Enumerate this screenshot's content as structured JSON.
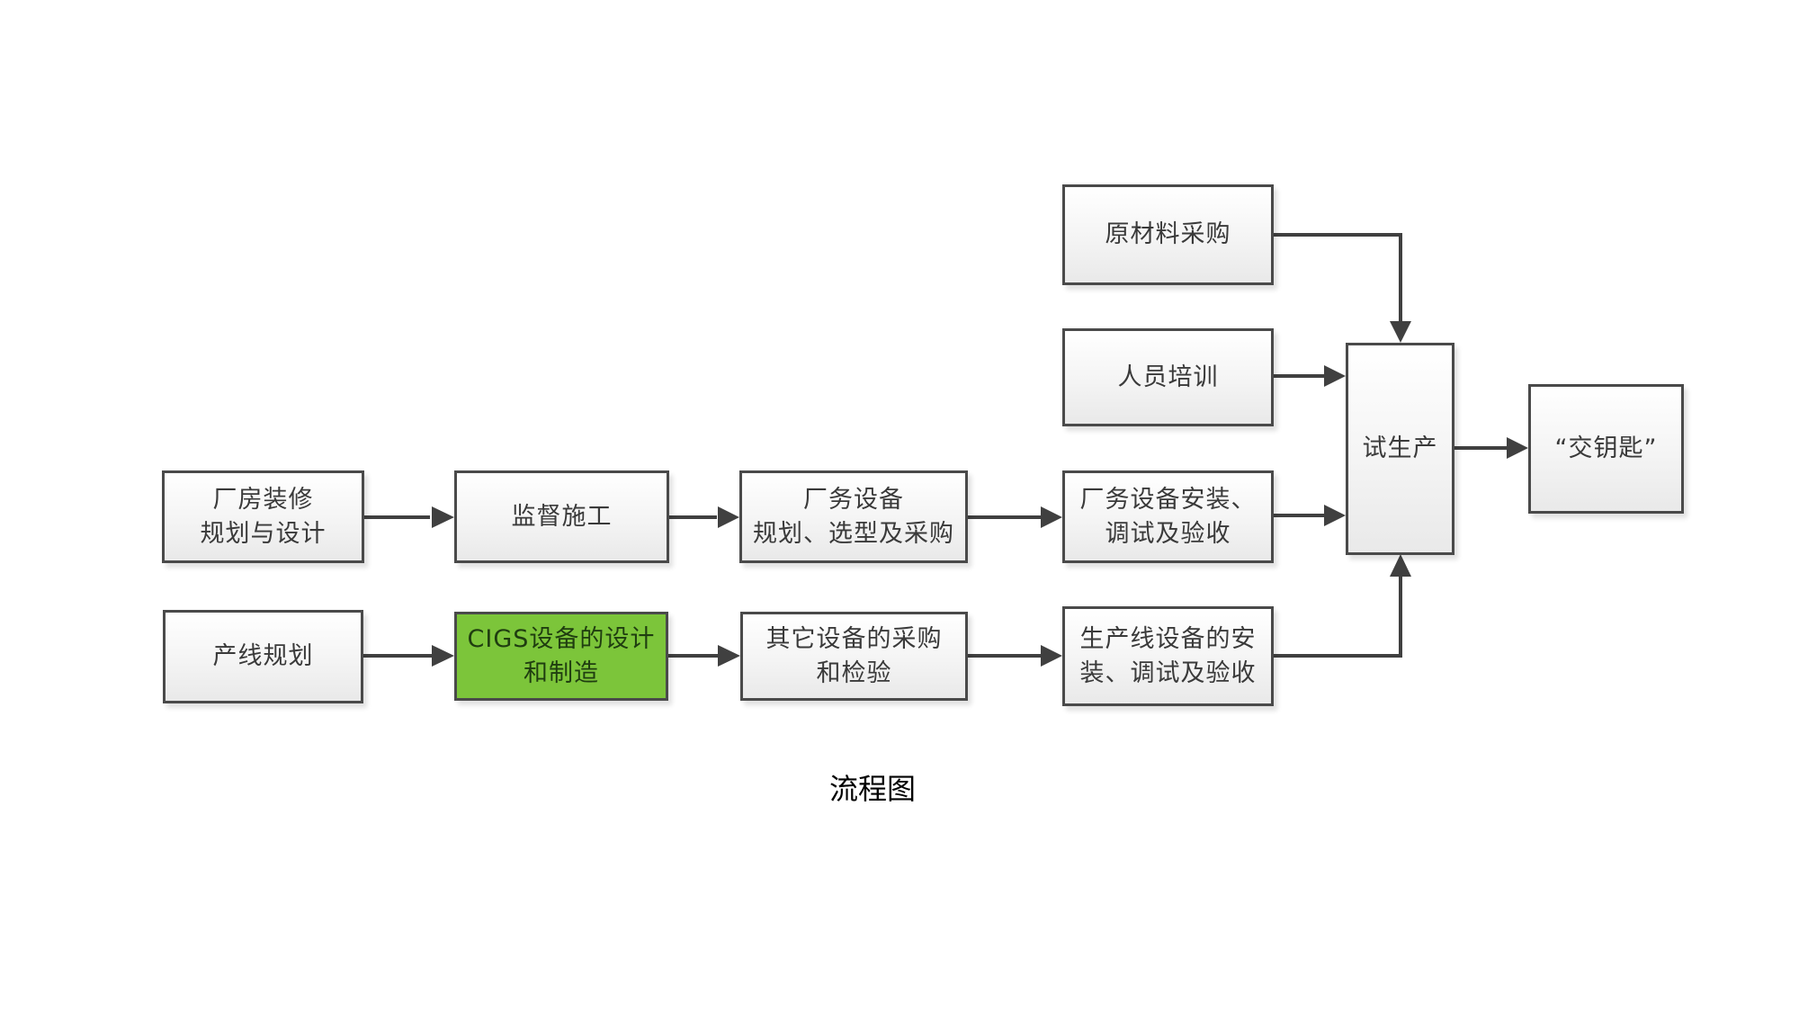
{
  "diagram": {
    "title": "流程图",
    "nodes": {
      "factory_renovation": {
        "label": "厂房装修\n规划与设计"
      },
      "construction_supervision": {
        "label": "监督施工"
      },
      "facility_equipment_planning": {
        "label": "厂务设备\n规划、选型及采购"
      },
      "facility_equipment_install": {
        "label": "厂务设备安装、\n调试及验收"
      },
      "line_planning": {
        "label": "产线规划"
      },
      "cigs_equipment": {
        "label": "CIGS设备的设计\n和制造",
        "highlight_color": "#7cc53a"
      },
      "other_equipment": {
        "label": "其它设备的采购\n和检验"
      },
      "line_equipment_install": {
        "label": "生产线设备的安\n装、调试及验收"
      },
      "raw_material": {
        "label": "原材料采购"
      },
      "staff_training": {
        "label": "人员培训"
      },
      "trial_production": {
        "label": "试生产"
      },
      "turnkey": {
        "label": "“交钥匙”"
      }
    },
    "edges": [
      {
        "from": "factory_renovation",
        "to": "construction_supervision"
      },
      {
        "from": "construction_supervision",
        "to": "facility_equipment_planning"
      },
      {
        "from": "facility_equipment_planning",
        "to": "facility_equipment_install"
      },
      {
        "from": "facility_equipment_install",
        "to": "trial_production"
      },
      {
        "from": "line_planning",
        "to": "cigs_equipment"
      },
      {
        "from": "cigs_equipment",
        "to": "other_equipment"
      },
      {
        "from": "other_equipment",
        "to": "line_equipment_install"
      },
      {
        "from": "line_equipment_install",
        "to": "trial_production"
      },
      {
        "from": "raw_material",
        "to": "trial_production"
      },
      {
        "from": "staff_training",
        "to": "trial_production"
      },
      {
        "from": "trial_production",
        "to": "turnkey"
      }
    ],
    "colors": {
      "connector": "#404040",
      "border": "#4a4a4a",
      "highlight": "#7cc53a"
    }
  }
}
